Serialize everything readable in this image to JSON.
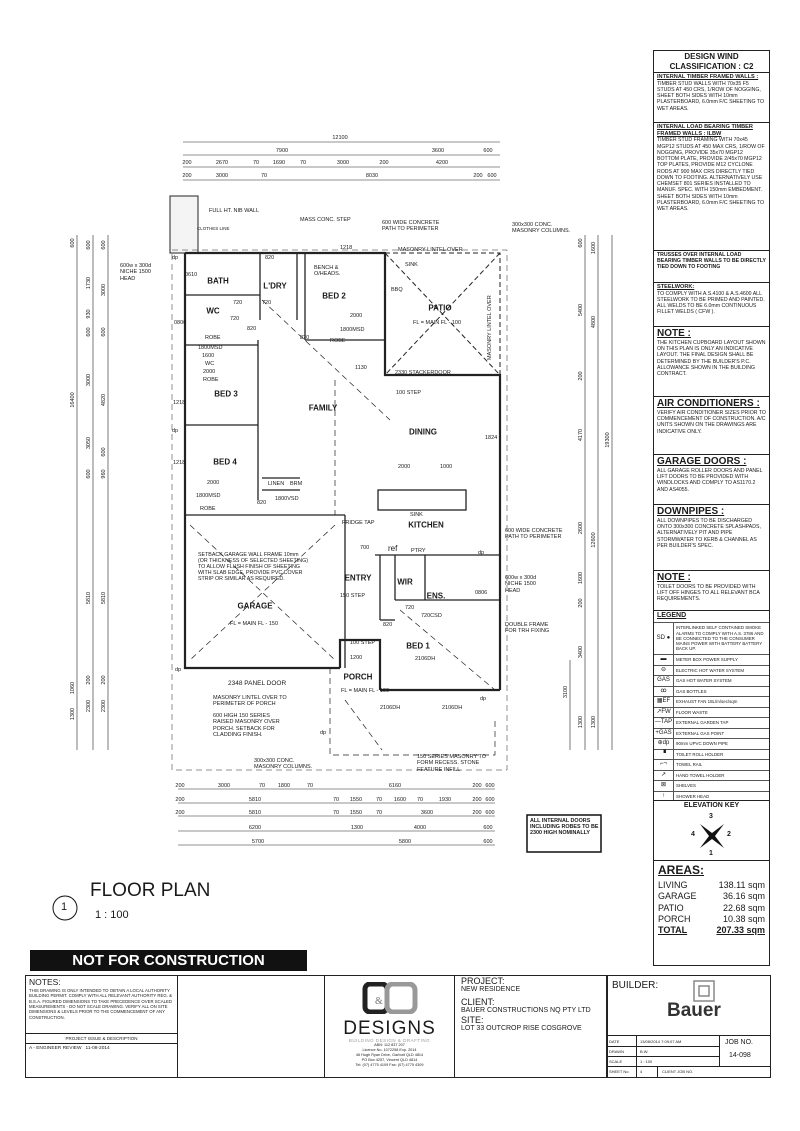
{
  "panel": {
    "title": "DESIGN WIND CLASSIFICATION : C2",
    "internal_walls": {
      "heading": "INTERNAL TIMBER FRAMED WALLS :",
      "text": "TIMBER STUD WALLS WITH 70x35 F5 STUDS AT 450 CRS, 1/ROW OF NOGGING, SHEET BOTH SIDES WITH 10mm PLASTERBOARD, 6.0mm F/C SHEETING TO WET AREAS."
    },
    "ilbw": {
      "heading": "INTERNAL LOAD BEARING TIMBER FRAMED WALLS : ILBW",
      "text": "TIMBER STUD FRAMING WITH 70x45 MGP12 STUDS AT 450 MAX CRS, 1/ROW OF NOGGING, PROVIDE 35x70 MGP12 BOTTOM PLATE, PROVIDE 2/45x70 MGP12 TOP PLATES, PROVIDE M12 CYCLONE RODS AT 900 MAX CRS DIRECTLY TIED DOWN TO FOOTING. ALTERNATIVELY USE CHEMSET 801 SERIES INSTALLED TO MANUF. SPEC. WITH 150mm EMBEDMENT.",
      "text2": "SHEET BOTH SIDES WITH 10mm PLASTERBOARD, 6.0mm F/C SHEETING TO WET AREAS."
    },
    "trusses": "TRUSSES OVER INTERNAL LOAD BEARING TIMBER WALLS TO BE DIRECTLY TIED DOWN TO FOOTING",
    "steelwork": {
      "heading": "STEELWORK:",
      "text": "TO COMPLY WITH A.S.4100 & A.S.4600 ALL STEELWORK TO BE PRIMED AND PAINTED. ALL WELDS TO BE 6.0mm CONTINUOUS FILLET WELDS ( CFW )."
    },
    "note1": {
      "heading": "NOTE :",
      "text": "THE KITCHEN CUPBOARD LAYOUT SHOWN ON THIS PLAN IS ONLY AN INDICATIVE LAYOUT. THE FINAL DESIGN SHALL BE DETERMINED BY THE BUILDER'S P.C. ALLOWANCE SHOWN IN THE BUILDING CONTRACT."
    },
    "aircon": {
      "heading": "AIR CONDITIONERS :",
      "text": "VERIFY AIR CONDITIONER SIZES PRIOR TO COMMENCEMENT OF CONSTRUCTION. A/C UNITS SHOWN ON THE DRAWINGS ARE INDICATIVE ONLY."
    },
    "garage_doors": {
      "heading": "GARAGE DOORS :",
      "text": "ALL GARAGE ROLLER DOORS AND PANEL LIFT DOORS TO BE PROVIDED WITH WINDLOCKS AND COMPLY TO AS1170.2 AND AS4055."
    },
    "downpipes": {
      "heading": "DOWNPIPES :",
      "text": "ALL DOWNPIPES TO BE DISCHARGED ONTO 300x300 CONCRETE SPLASHPADS, ALTERNATIVELY PIT AND PIPE STORMWATER TO KERB & CHANNEL AS PER BUILDER'S SPEC."
    },
    "note2": {
      "heading": "NOTE :",
      "text": "TOILET DOORS TO BE PROVIDED WITH LIFT OFF HINGES TO ALL RELEVANT BCA REQUIREMENTS."
    },
    "legend": {
      "heading": "LEGEND",
      "items": [
        {
          "icon": "SD ●",
          "label": "INTERLINKED SELF CONTAINED SMOKE ALARMS TO COMPLY WITH A.S. 3786 AND BE CONNECTED TO THE CONSUMER MAINS POWER WITH BATTERY BATTERY BACK UP."
        },
        {
          "icon": "▬",
          "label": "METER BOX POWER SUPPLY"
        },
        {
          "icon": "⊖",
          "label": "ELECTRIC HOT WATER SYSTEM"
        },
        {
          "icon": "GAS",
          "label": "GAS HOT WATER SYSTEM"
        },
        {
          "icon": "ꝏ",
          "label": "GAS BOTTLES"
        },
        {
          "icon": "▦EF",
          "label": "EXHAUST FAN 18L/m/sec/sqm"
        },
        {
          "icon": "↗FW",
          "label": "FLOOR WASTE"
        },
        {
          "icon": "—TAP",
          "label": "EXTERNAL GARDEN TAP"
        },
        {
          "icon": "+GAS",
          "label": "EXTERNAL GAS POINT"
        },
        {
          "icon": "⊕dp",
          "label": "90mm UPVC DOWN PIPE"
        },
        {
          "icon": "▝",
          "label": "TOILET ROLL HOLDER"
        },
        {
          "icon": "⌐¬",
          "label": "TOWEL RAIL"
        },
        {
          "icon": "↗",
          "label": "HAND TOWEL HOLDER"
        },
        {
          "icon": "⊠",
          "label": "SHELVES"
        },
        {
          "icon": "↑",
          "label": "SHOWER HEAD"
        }
      ]
    },
    "elevation_key": {
      "heading": "ELEVATION KEY",
      "n1": "1",
      "n2": "2",
      "n3": "3",
      "n4": "4"
    },
    "areas": {
      "heading": "AREAS:",
      "rows": [
        {
          "label": "LIVING",
          "value": "138.11 sqm"
        },
        {
          "label": "GARAGE",
          "value": "36.16 sqm"
        },
        {
          "label": "PATIO",
          "value": "22.68 sqm"
        },
        {
          "label": "PORCH",
          "value": "10.38 sqm"
        }
      ],
      "total_label": "TOTAL",
      "total_value": "207.33 sqm"
    }
  },
  "plan": {
    "rooms": [
      "BATH",
      "L'DRY",
      "BED 2",
      "PATIO",
      "WC",
      "BED 3",
      "FAMILY",
      "DINING",
      "BED 4",
      "KITCHEN",
      "ENTRY",
      "WIR",
      "ENS.",
      "GARAGE",
      "BED 1",
      "PORCH"
    ],
    "labels": [
      "ROBE",
      "ROBE",
      "ROBE",
      "ROBE",
      "1800MSD",
      "1800MSD",
      "1800MSD",
      "1600",
      "WC",
      "2000",
      "2000",
      "2000",
      "2000",
      "1000",
      "LINEN",
      "BRM",
      "1800VSD",
      "820",
      "820",
      "820",
      "820",
      "820",
      "720",
      "720",
      "720",
      "720",
      "720CSD",
      "1218",
      "1218",
      "1218",
      "0806",
      "0806",
      "0610",
      "BBQ",
      "SINK",
      "2330 STACKERDOOR",
      "100 STEP",
      "100 STEP",
      "150 STEP",
      "1130",
      "1824",
      "ref",
      "PTRY",
      "SINK",
      "1200",
      "2348 PANEL DOOR",
      "2106DH",
      "2106DH",
      "2106DH",
      "FL = MAIN FL - 100",
      "FL = MAIN FL - 150",
      "FL = MAIN FL - 100",
      "700",
      "dp",
      "dp",
      "dp",
      "dp",
      "dp",
      "dp"
    ],
    "notes": [
      "FULL HT. NIB WALL",
      "CLOTHES LINE",
      "MASS CONC. STEP",
      "600 WIDE CONCRETE PATH TO PERIMETER",
      "300x300 CONC. MASONRY COLUMNS.",
      "MASONRY LINTEL OVER",
      "MASONRY LINTEL OVER",
      "600w x 300d NICHE 1500 HEAD",
      "BENCH & O/HEADS.",
      "SETBACK GARAGE WALL FRAME 10mm (OR THICKNESS OF SELECTED SHEETING) TO ALLOW FLUSH FINISH OF SHEETING WITH SLAB EDGE. PROVIDE PVC COVER STRIP OR SIMILAR AS REQUIRED.",
      "FRIDGE TAP",
      "600 WIDE CONCRETE PATH TO PERIMETER",
      "600w x 300d NICHE 1500 HEAD",
      "DOUBLE FRAME FOR TRH FIXING",
      "MASONRY LINTEL OVER TO PERIMETER OF PORCH",
      "600 HIGH 150 SERIES RAISED MASONRY OVER PORCH. SETBACK FOR CLADDING FINISH.",
      "300x300 CONC. MASONRY COLUMNS.",
      "150 SERIES MASONRY TO FORM RECESS. STONE FEATURE INFILL"
    ],
    "dims_top": [
      [
        "12100"
      ],
      [
        "7900",
        "3600",
        "600"
      ],
      [
        "200",
        "2670",
        "70",
        "1690",
        "70",
        "3000",
        "200",
        "4200"
      ],
      [
        "200",
        "3000",
        "70",
        "8030",
        "200",
        "600"
      ]
    ],
    "dims_bottom": [
      [
        "200",
        "3000",
        "70",
        "1800",
        "70",
        "6160",
        "200",
        "600"
      ],
      [
        "200",
        "5810",
        "70",
        "1550",
        "70",
        "1600",
        "70",
        "1930",
        "200",
        "600"
      ],
      [
        "200",
        "5810",
        "70",
        "1550",
        "70",
        "3600",
        "200",
        "600"
      ],
      [
        "6200",
        "1300",
        "4000",
        "600"
      ],
      [
        "5700",
        "5800",
        "600"
      ]
    ],
    "dims_left": [
      [
        "600",
        "16400",
        "1060",
        "1300"
      ],
      [
        "600",
        "1730",
        "930",
        "600",
        "3000",
        "3050",
        "600",
        "5810",
        "200",
        "2300"
      ],
      [
        "600",
        "3000",
        "600",
        "4820",
        "600",
        "960",
        "5810",
        "200",
        "2300"
      ]
    ],
    "dims_right": [
      [
        "3100"
      ],
      [
        "600",
        "5400",
        "200",
        "4170",
        "2600",
        "1600",
        "200",
        "3400",
        "1300"
      ],
      [
        "1600",
        "4800",
        "12600",
        "1300"
      ],
      [
        "19300"
      ]
    ],
    "doors_note": "ALL INTERNAL DOORS INCLUDING ROBES TO BE 2300 HIGH NOMINALLY",
    "title_num": "1",
    "title": "FLOOR PLAN",
    "scale": "1 : 100"
  },
  "banner": "NOT FOR CONSTRUCTION",
  "titleblock": {
    "notes_heading": "NOTES:",
    "notes_text": "THIS DRAWING IS ONLY INTENDED TO OBTAIN A LOCAL AUTHORITY BUILDING PERMIT. COMPLY WITH ALL RELEVANT AUTHORITY REG. & B.S.A. FIGURED DIMENSIONS TO TAKE PRECEDENCE OVER SCALED MEASUREMENTS - DO NOT SCALE DRAWING. VERIFY ALL ON SITE DIMENSIONS & LEVELS PRIOR TO THE COMMENCEMENT OF ANY CONSTRUCTION.",
    "issue_heading": "PROJECT ISSUE & DESCRIPTION",
    "issue": "A - ENGINEER REVIEW",
    "issue_date": "11-08-2014",
    "logo_text": "DESIGNS",
    "logo_sub": "BUILDING DESIGN & DRAFTING",
    "company_lines": [
      "ABN: 112 837 207",
      "Licence No. 1072258 Exp. 2014",
      "46 Hugh Ryan Drive, Garbutt QLD 4814",
      "PO Box 4257, Vincent QLD 4814",
      "Tel: (07) 4775 4109 Fax: (07) 4775 4309"
    ],
    "project_label": "PROJECT:",
    "project": "NEW RESIDENCE",
    "client_label": "CLIENT:",
    "client": "BAUER CONSTRUCTIONS NQ PTY LTD",
    "site_label": "SITE:",
    "site": "LOT 33 OUTCROP RISE COSGROVE",
    "builder_label": "BUILDER:",
    "builder_logo": "Bauer",
    "date_label": "DATE",
    "date": "13/08/2014 7:09:07 AM",
    "drawn_label": "DRAWN",
    "drawn": "B.W.",
    "scale_label": "SCALE",
    "scale": "1 : 100",
    "sheet_label": "SHEET No.",
    "sheet": "4",
    "client_job_label": "CLIENT JOB NO.",
    "job_label": "JOB NO.",
    "job": "14-098"
  }
}
